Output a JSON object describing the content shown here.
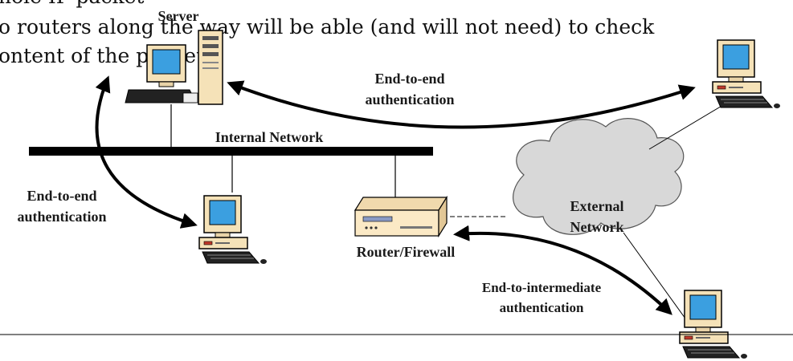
{
  "background_text": {
    "line1": "hole IP packet",
    "line2": "o routers along the way will be able (and will not need) to check",
    "line3": "ontent of the packets"
  },
  "labels": {
    "server": "Server",
    "internal_network": "Internal Network",
    "router_firewall": "Router/Firewall",
    "external_network_line1": "External",
    "external_network_line2": "Network",
    "e2e_top_line1": "End-to-end",
    "e2e_top_line2": "authentication",
    "e2e_left_line1": "End-to-end",
    "e2e_left_line2": "authentication",
    "e2i_line1": "End-to-intermediate",
    "e2i_line2": "authentication"
  },
  "icons": {
    "server": "server-computer-icon",
    "workstation": "workstation-computer-icon",
    "router": "router-firewall-icon",
    "cloud": "cloud-icon"
  },
  "colors": {
    "screen": "#3b9fe0",
    "cloud": "#d8d8d8",
    "router_body": "#fbe9c5"
  }
}
